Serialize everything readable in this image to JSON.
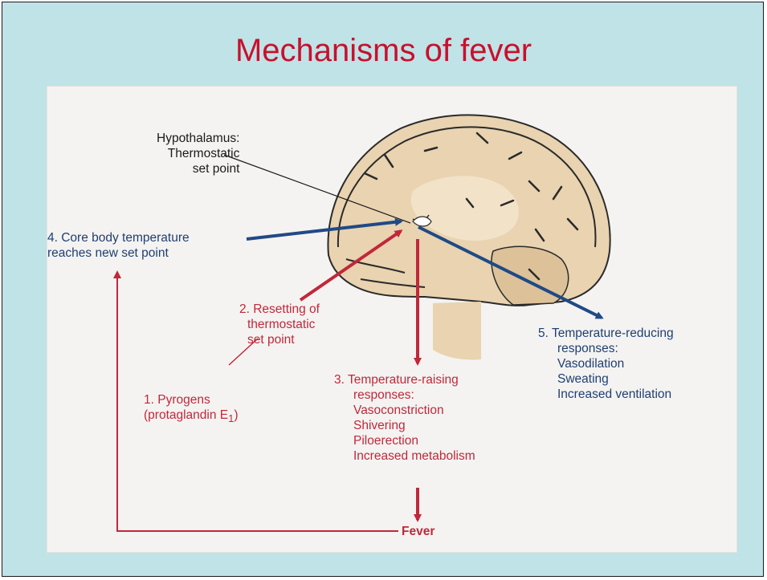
{
  "slide": {
    "title": "Mechanisms of fever"
  },
  "diagram": {
    "hypothalamus": [
      "Hypothalamus:",
      "Thermostatic",
      "set point"
    ],
    "step4": [
      "4. Core body temperature",
      "reaches new set point"
    ],
    "step2": [
      "2. Resetting of",
      "thermostatic",
      "set point"
    ],
    "step1": {
      "line1": "1. Pyrogens",
      "line2_prefix": "(protaglandin E",
      "line2_sub": "1",
      "line2_suffix": ")"
    },
    "step3": [
      "3. Temperature-raising",
      "responses:",
      "Vasoconstriction",
      "Shivering",
      "Piloerection",
      "Increased metabolism"
    ],
    "step5": [
      "5. Temperature-reducing",
      "responses:",
      "Vasodilation",
      "Sweating",
      "Increased ventilation"
    ],
    "fever": "Fever"
  },
  "colors": {
    "title": "#c8102e",
    "red_arrows": "#c0283a",
    "blue_arrows": "#1f4a86",
    "brain": "#e9d3b0",
    "background": "#bfe3e6"
  },
  "icons": [
    "brain-illustration"
  ]
}
